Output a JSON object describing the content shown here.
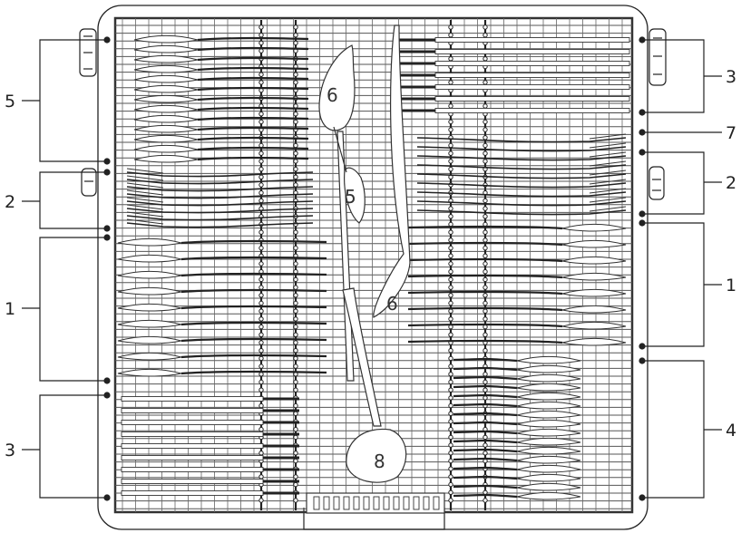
{
  "callouts": {
    "left": [
      "5",
      "2",
      "1",
      "3"
    ],
    "right": [
      "3",
      "7",
      "2",
      "1",
      "4"
    ]
  },
  "inner_labels": {
    "ladle_top": "6",
    "spatula": "5",
    "ladle_mid": "6",
    "serving_spoon": "8"
  },
  "colors": {
    "line": "#222222",
    "rack": "#555555",
    "utensil_fill": "#ffffff"
  }
}
